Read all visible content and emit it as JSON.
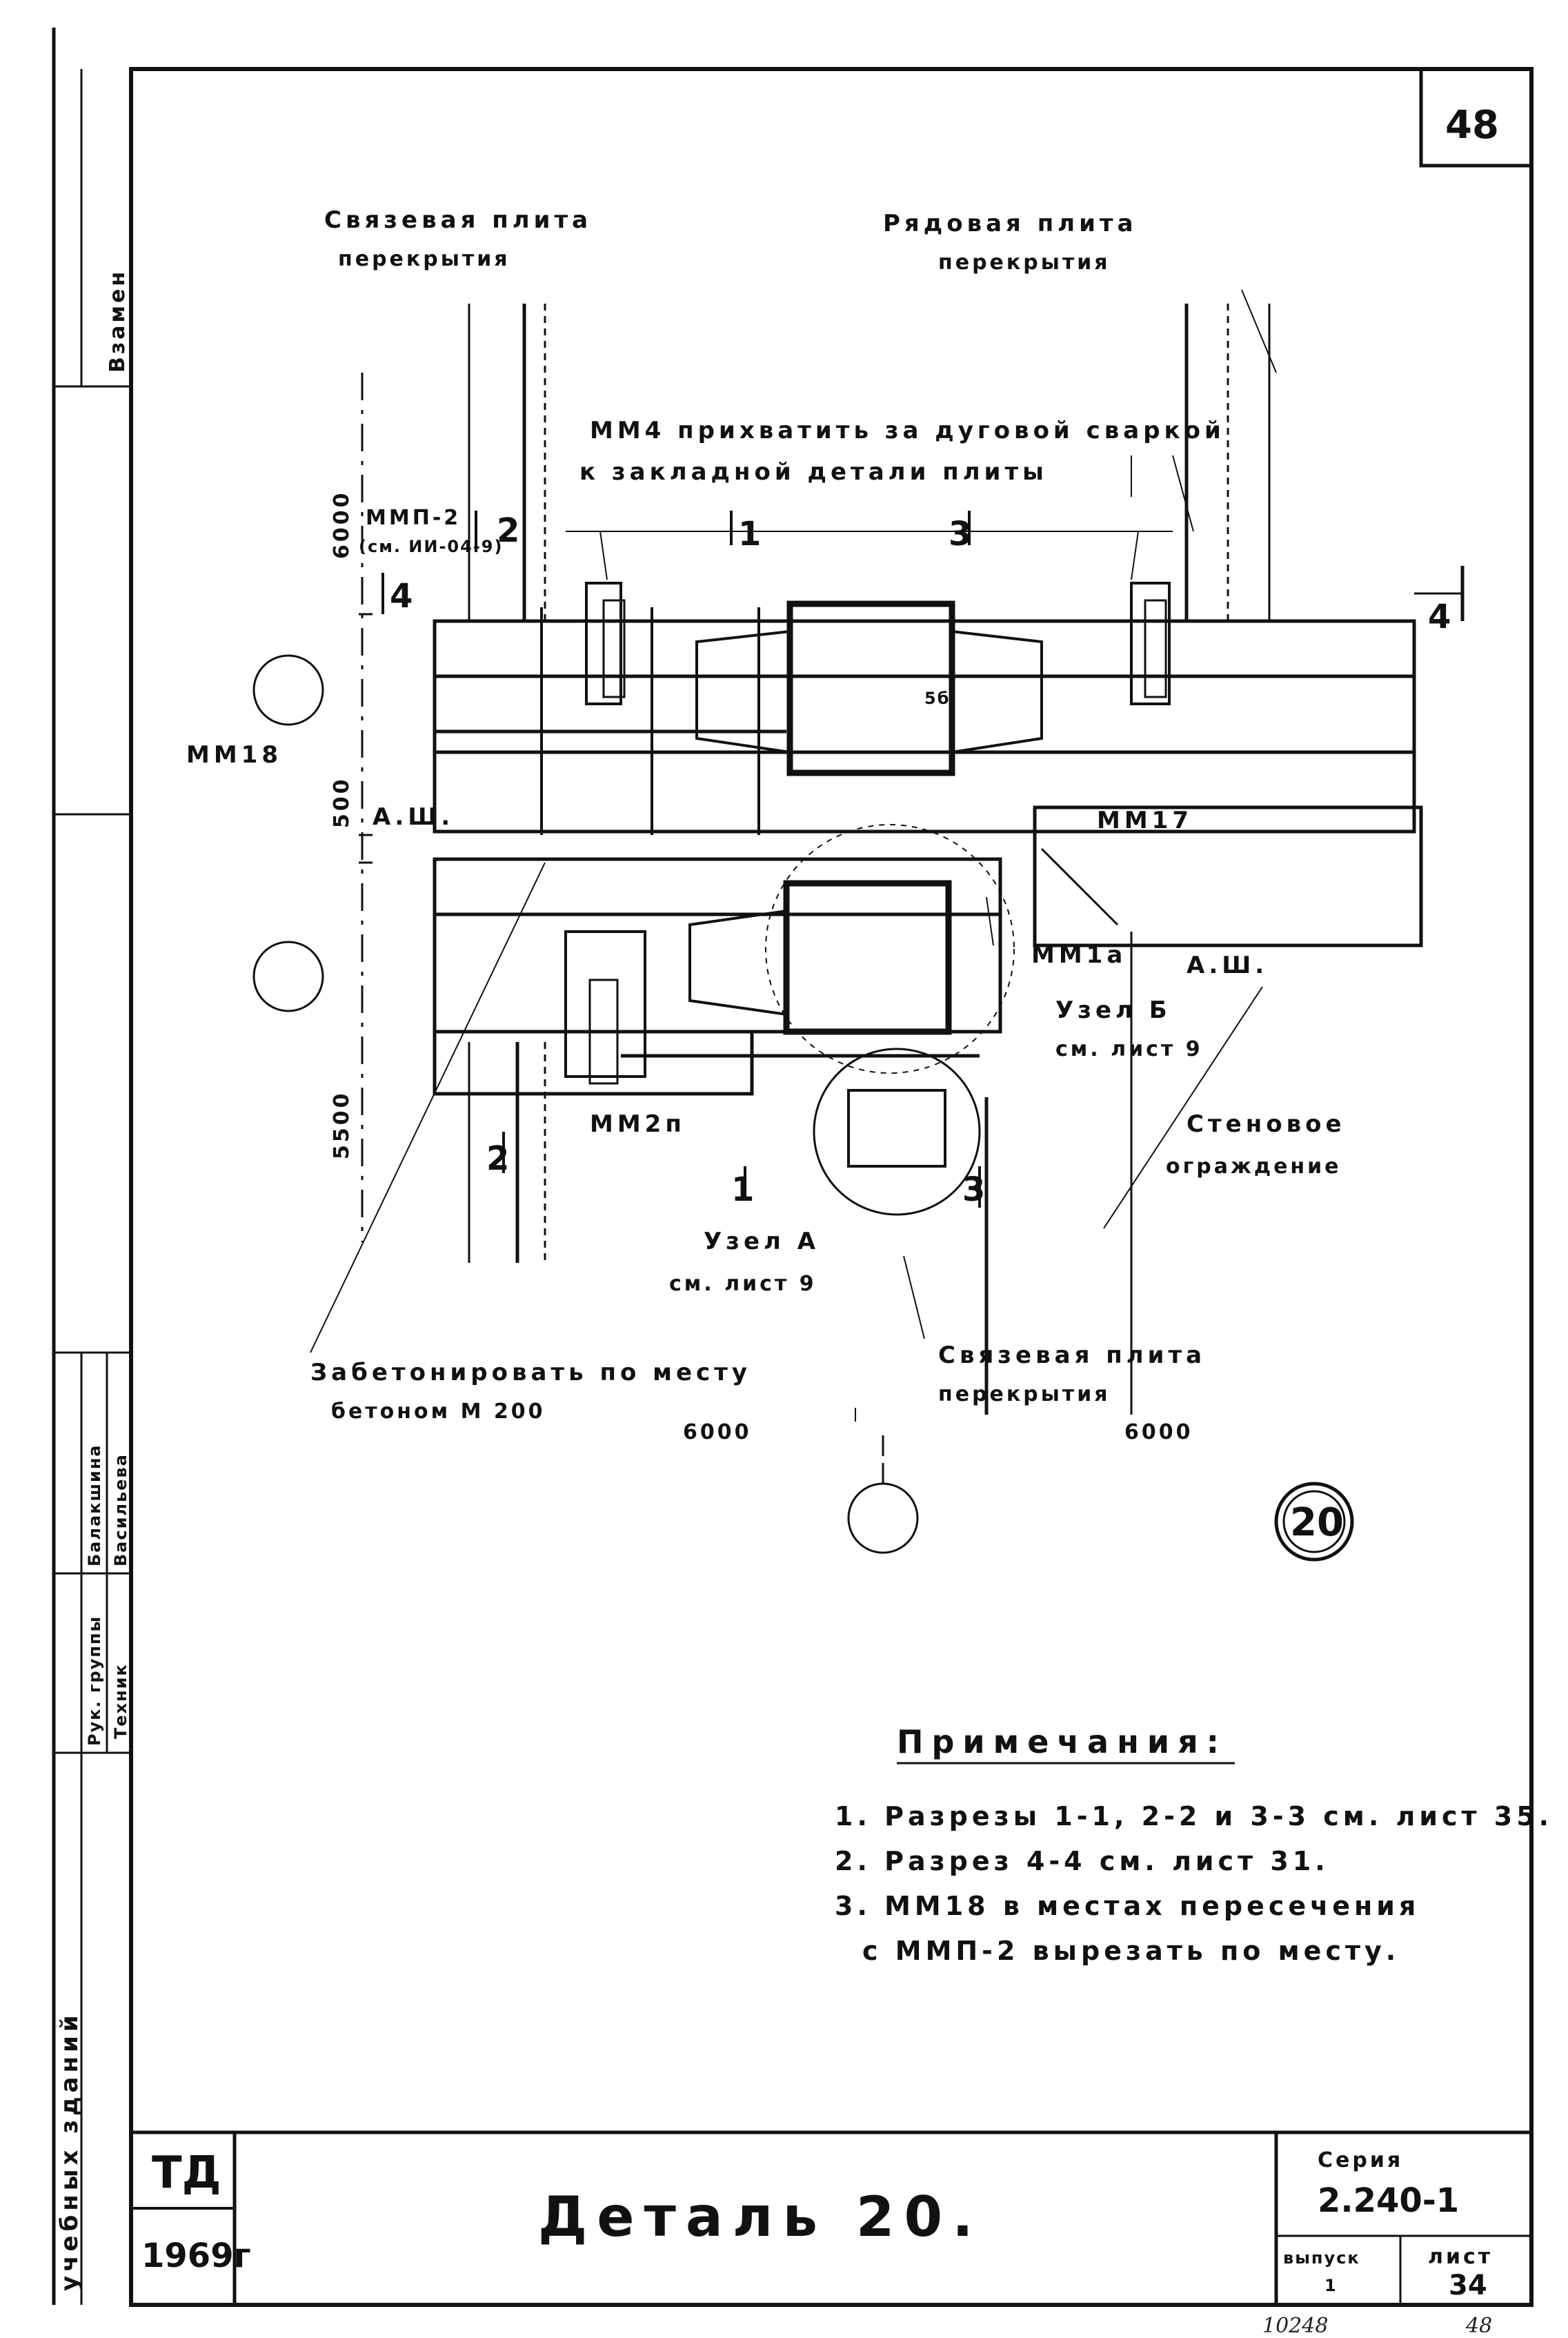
{
  "sheet": {
    "page_number": "48",
    "detail_number": "20",
    "handwritten_bottom": "10248",
    "handwritten_corner": "48"
  },
  "labels": {
    "tie_slab_top": "Связевая плита",
    "tie_slab_top_2": "перекрытия",
    "row_slab": "Рядовая плита",
    "row_slab_2": "перекрытия",
    "mm4_note": "ММ4 прихватить за дуговой сваркой",
    "mm4_note_2": "к закладной детали плиты",
    "mmp2": "ММП-2",
    "mmp2_ref": "(см. ИИ-04-9)",
    "mm18": "ММ18",
    "mm17": "ММ17",
    "mm1a": "ММ1а",
    "mm2p": "ММ2п",
    "ash_left": "А.Ш.",
    "ash_right": "А.Ш.",
    "node_b": "Узел Б",
    "node_b_ref": "см. лист 9",
    "node_a": "Узел А",
    "node_a_ref": "см. лист 9",
    "wall": "Стеновое",
    "wall_2": "ограждение",
    "concrete": "Забетонировать по месту",
    "concrete_2": "бетоном М 200",
    "tie_slab_bottom": "Связевая плита",
    "tie_slab_bottom_2": "перекрытия",
    "dim_6000_left": "6000",
    "dim_500": "500",
    "dim_5500": "5500",
    "dim_6000_b1": "6000",
    "dim_6000_b2": "6000",
    "box_5b": "5б"
  },
  "sections": {
    "s1_top": "1",
    "s3_top": "3",
    "s2_top": "2",
    "s4_left": "4",
    "s4_right": "4",
    "s2_bottom": "2",
    "s1_bottom": "1",
    "s3_bottom": "3"
  },
  "notes": {
    "title": "Примечания:",
    "items": [
      "1. Разрезы 1-1, 2-2 и 3-3 см. лист 35.",
      "2. Разрез 4-4 см. лист 31.",
      "3. ММ18 в местах пересечения",
      "с ММП-2 вырезать по месту."
    ]
  },
  "stamp": {
    "org": "ТД",
    "year": "1969г",
    "title": "Деталь 20.",
    "series_label": "Серия",
    "series": "2.240-1",
    "issue_label": "выпуск",
    "issue": "1",
    "sheet_label": "лист",
    "sheet": "34"
  },
  "side_stamp": {
    "col1": "учебных зданий",
    "col2a": "Рук. группы",
    "col2b": "Техник",
    "col3a": "Балакшина",
    "col3b": "Васильева",
    "top": "Взамен"
  }
}
